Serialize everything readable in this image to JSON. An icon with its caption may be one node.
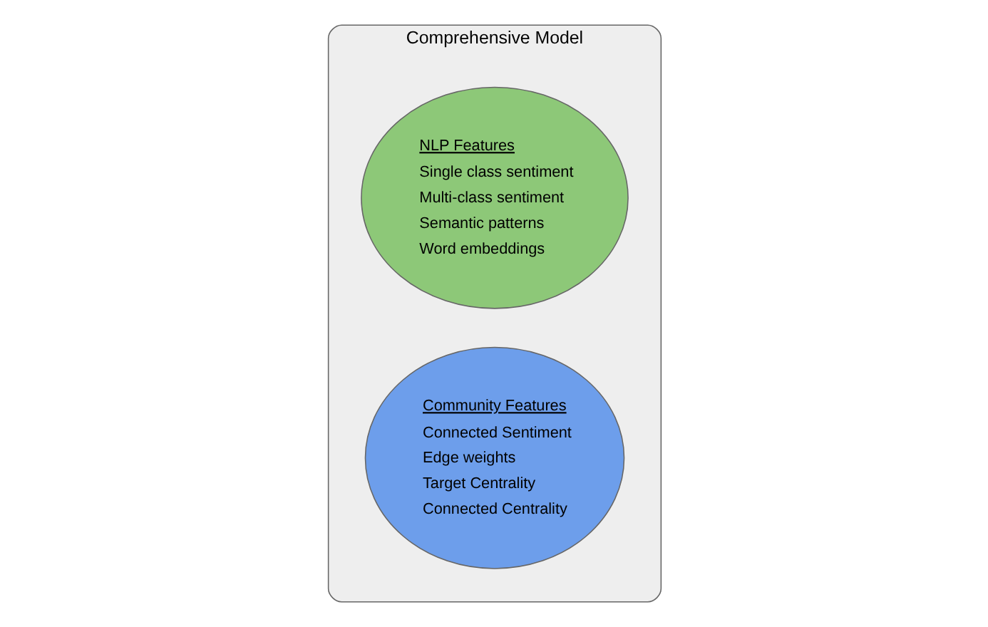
{
  "diagram": {
    "nodes": [
      {
        "text": [
          "Comprehensive Model"
        ]
      },
      {
        "text": [
          "NLP Features",
          "Single class sentiment",
          "Multi-class sentiment",
          "Semantic patterns",
          "Word embeddings"
        ],
        "in": 0
      },
      {
        "text": [
          "Community Features",
          "Connected Sentiment",
          "Edge weights",
          "Target Centrality",
          "Connected Centrality"
        ],
        "in": 0
      }
    ]
  }
}
